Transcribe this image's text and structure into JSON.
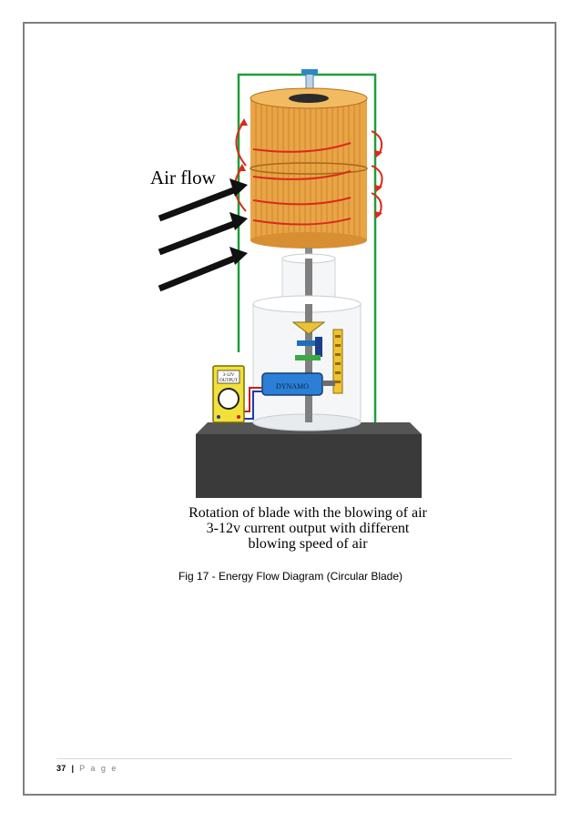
{
  "figure": {
    "airflow_label": "Air flow",
    "dynamo_label": "DYNAMO",
    "meter_label_line1": "3-12V",
    "meter_label_line2": "OUTPUT",
    "note_line1": "Rotation of blade with the blowing of air",
    "note_line2": "3-12v current output with different",
    "note_line3": "blowing speed of air"
  },
  "caption": "Fig 17 - Energy Flow Diagram (Circular Blade)",
  "footer": {
    "page_number": "37",
    "separator": "|",
    "page_word": "P a g e"
  }
}
